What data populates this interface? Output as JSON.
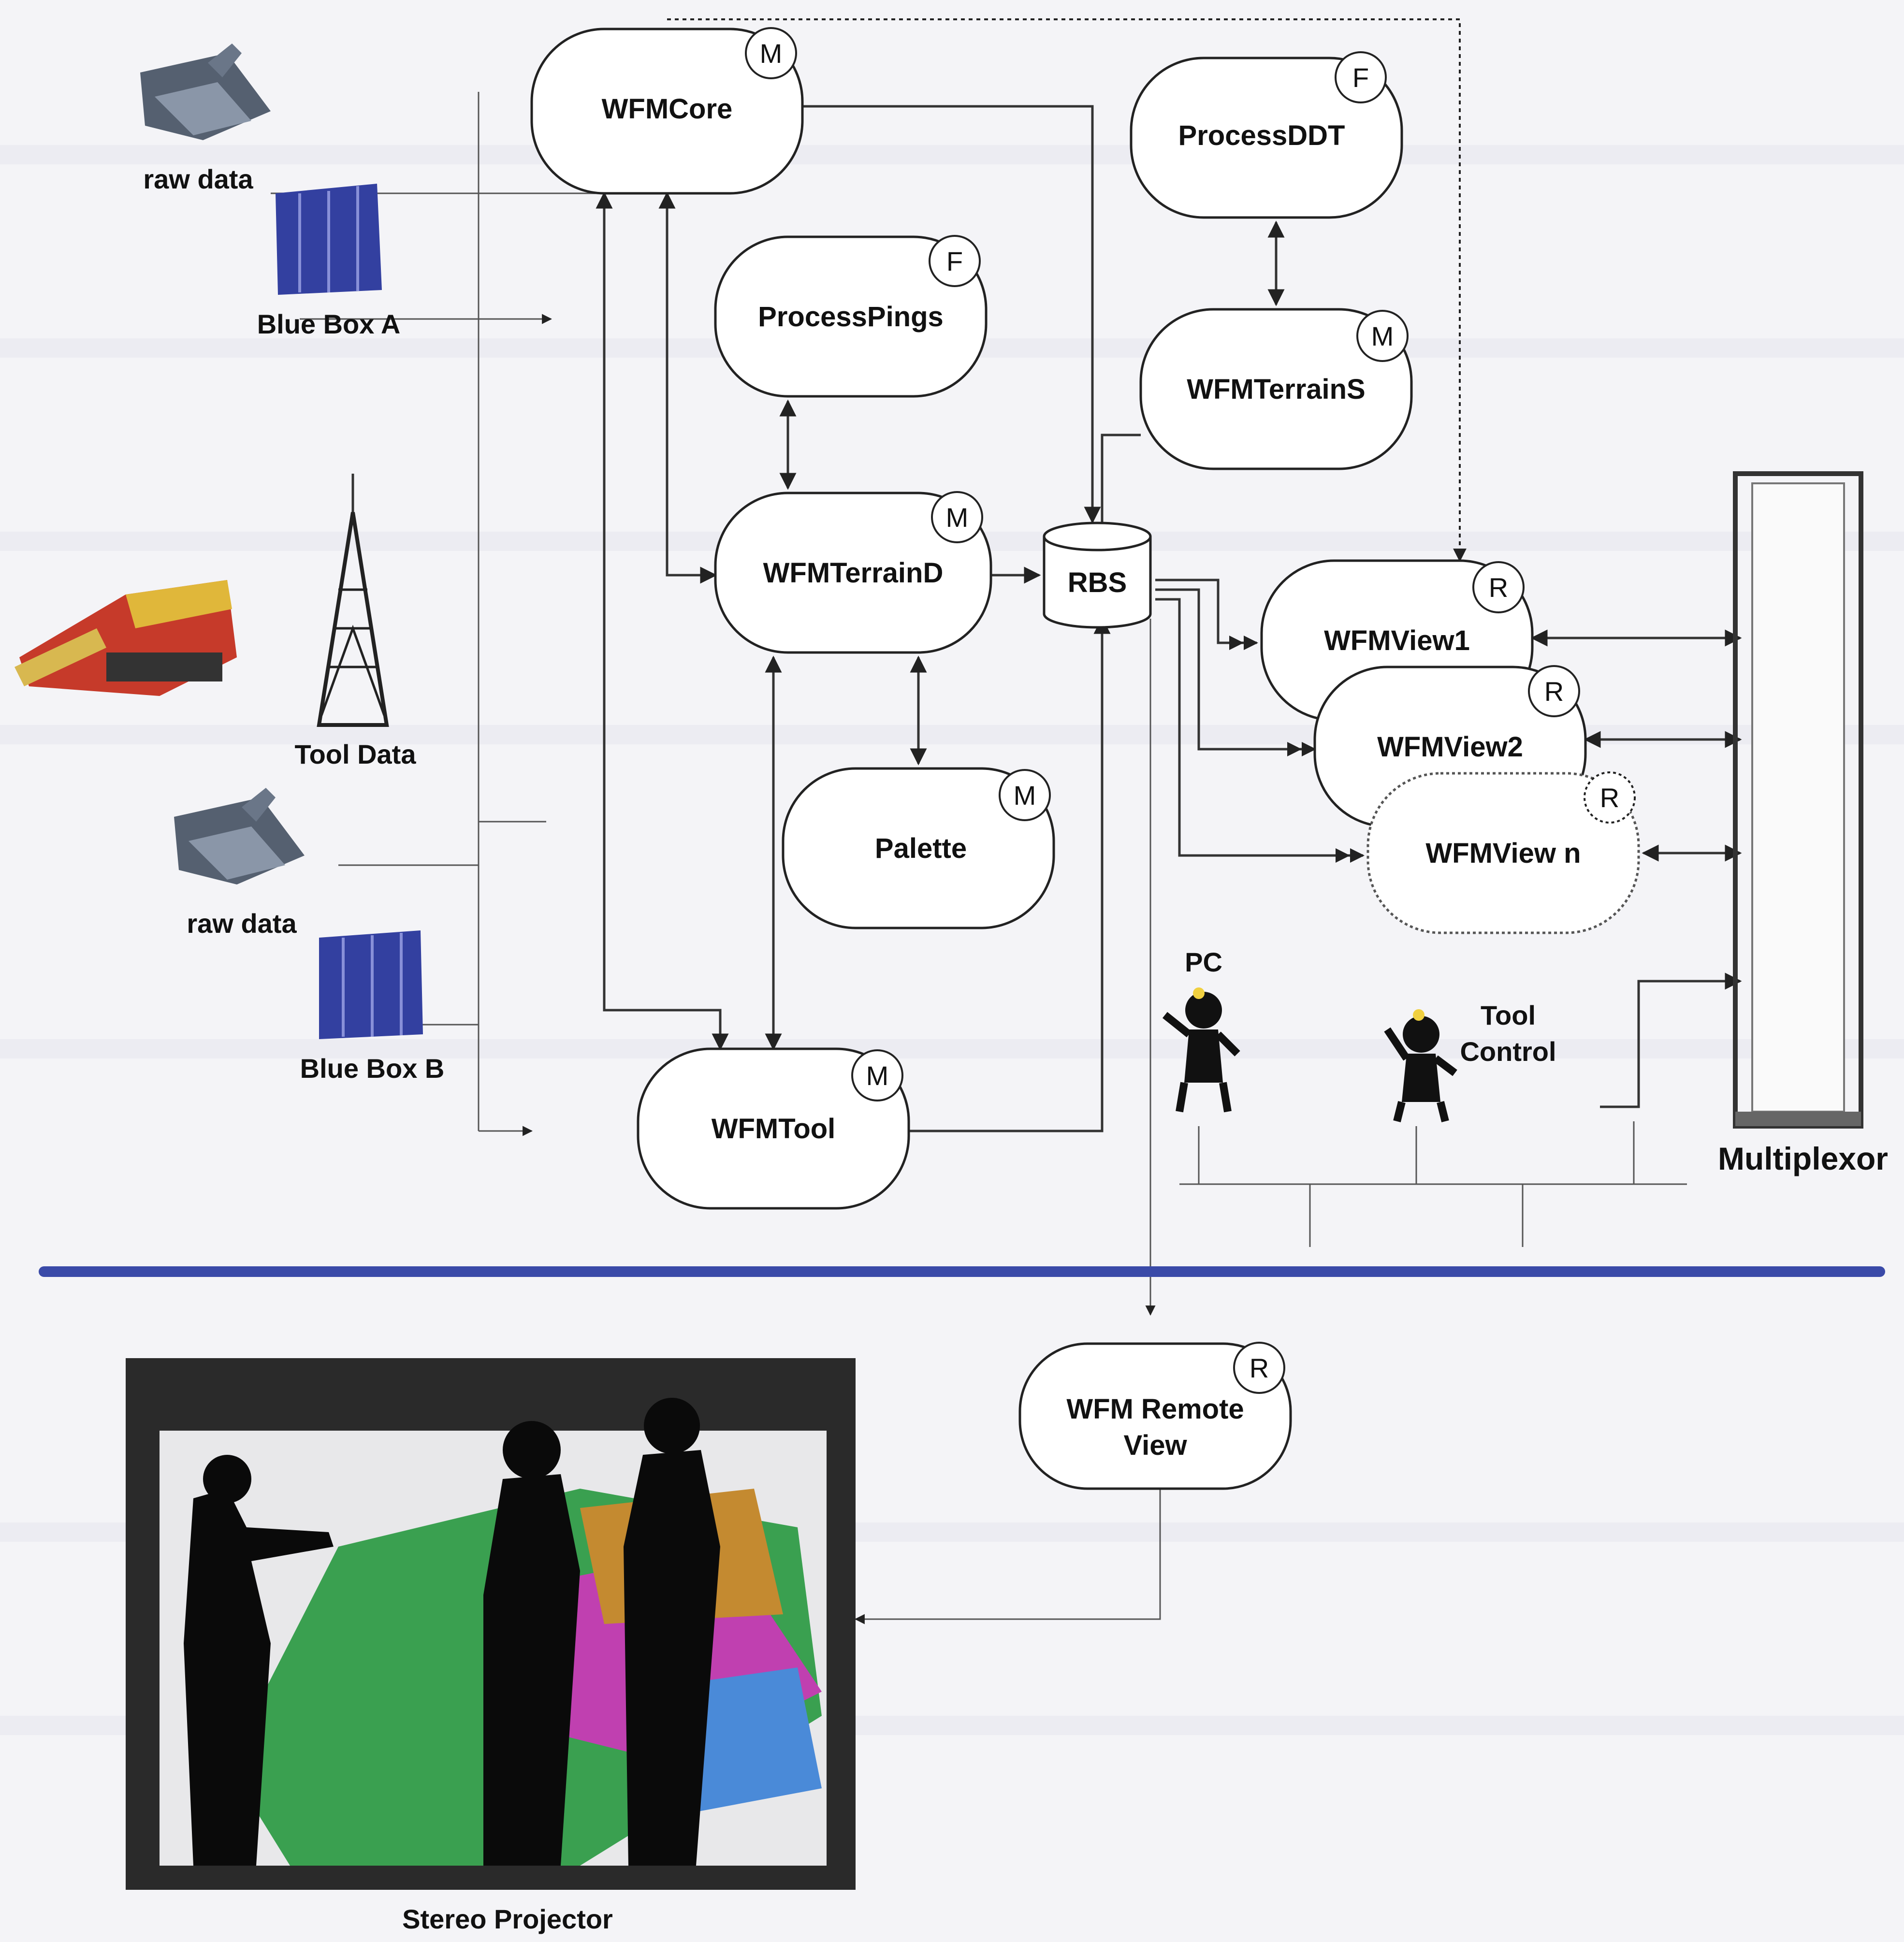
{
  "nodes": {
    "wfmcore": {
      "label": "WFMCore",
      "badge": "M"
    },
    "processddt": {
      "label": "ProcessDDT",
      "badge": "F"
    },
    "processpings": {
      "label": "ProcessPings",
      "badge": "F"
    },
    "wfmterrains": {
      "label": "WFMTerrainS",
      "badge": "M"
    },
    "wfmterraind": {
      "label": "WFMTerrainD",
      "badge": "M"
    },
    "rbs": {
      "label": "RBS"
    },
    "wfmview1": {
      "label": "WFMView1",
      "badge": "R"
    },
    "wfmview2": {
      "label": "WFMView2",
      "badge": "R"
    },
    "wfmviewn": {
      "label": "WFMView n",
      "badge": "R"
    },
    "palette": {
      "label": "Palette",
      "badge": "M"
    },
    "wfmtool": {
      "label": "WFMTool",
      "badge": "M"
    },
    "remoteview": {
      "line1": "WFM Remote",
      "line2": "View",
      "badge": "R"
    }
  },
  "labels": {
    "raw_data_a": "raw data",
    "blue_box_a": "Blue Box A",
    "tool_data": "Tool Data",
    "raw_data_b": "raw data",
    "blue_box_b": "Blue Box B",
    "pc": "PC",
    "tool_control_1": "Tool",
    "tool_control_2": "Control",
    "multiplexor": "Multiplexor",
    "stereo_projector": "Stereo Projector"
  },
  "colors": {
    "divider": "#3a4aa8",
    "bluebox": "#3340a0"
  }
}
